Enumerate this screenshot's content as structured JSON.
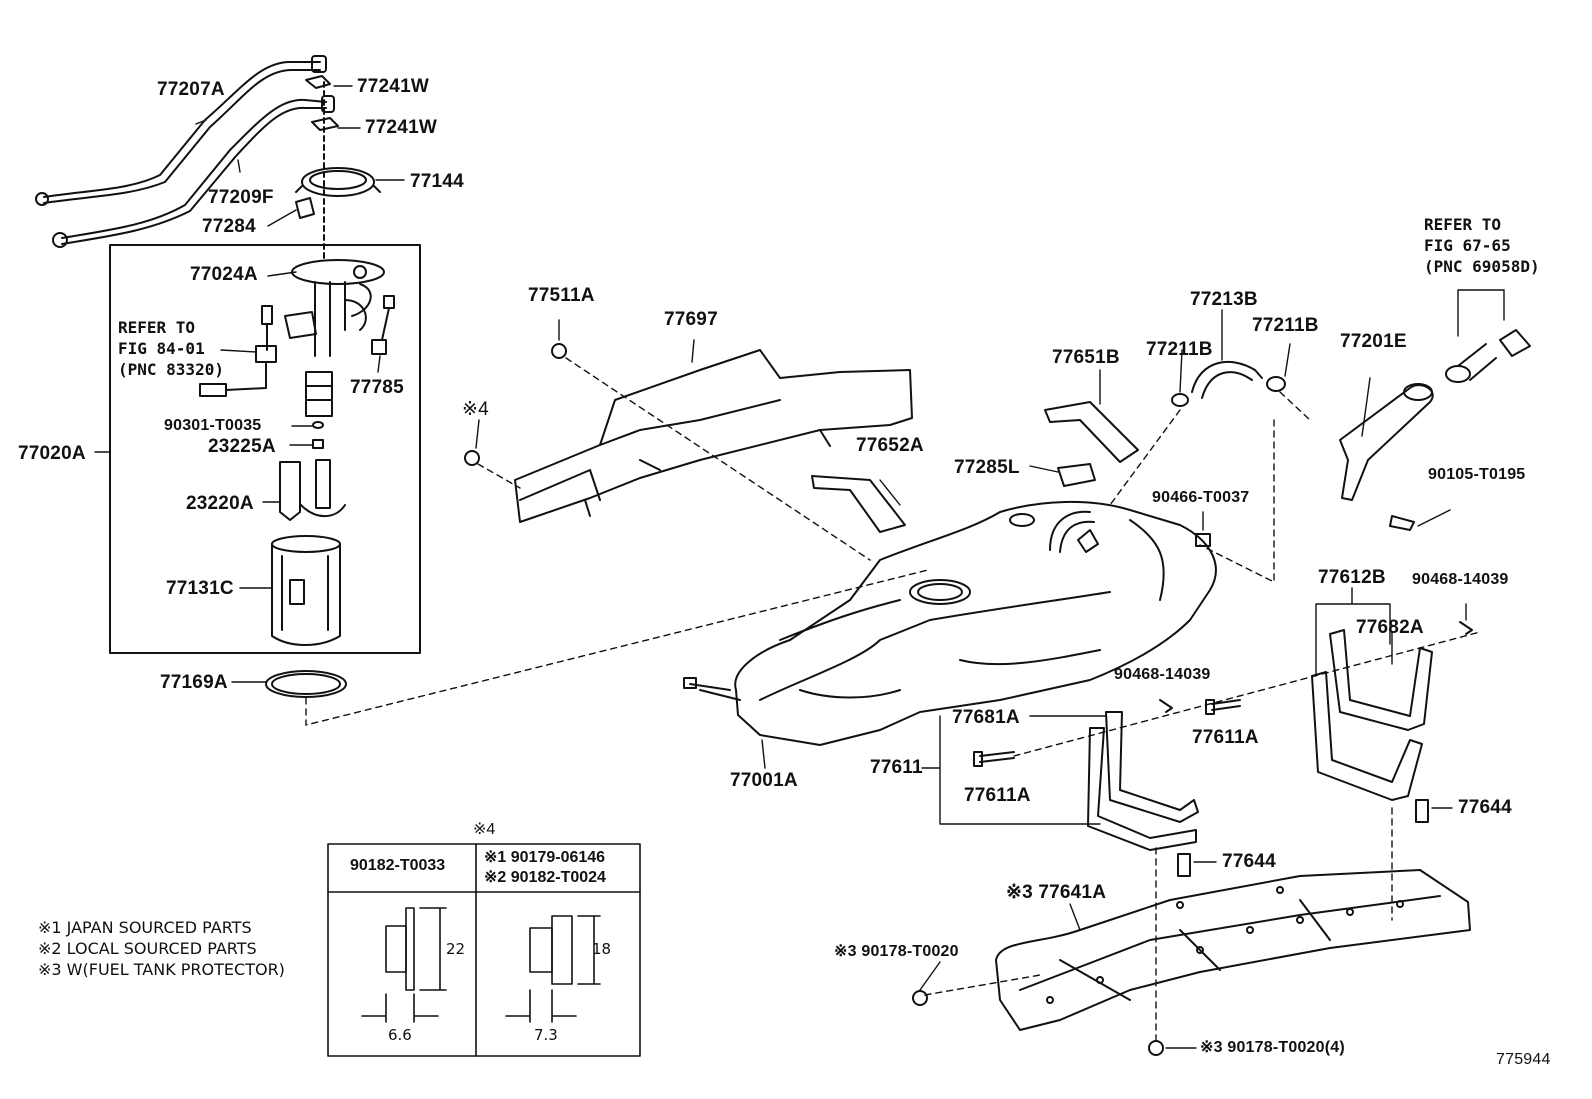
{
  "parts": {
    "p77207A": "77207A",
    "p77241W_a": "77241W",
    "p77241W_b": "77241W",
    "p77144": "77144",
    "p77209F": "77209F",
    "p77284": "77284",
    "p77024A": "77024A",
    "p77785": "77785",
    "p90301": "90301-T0035",
    "p23225A": "23225A",
    "p77020A": "77020A",
    "p23220A": "23220A",
    "p77131C": "77131C",
    "p77169A": "77169A",
    "p77511A": "77511A",
    "p77697": "77697",
    "mark4": "※4",
    "p77652A": "77652A",
    "p77651B": "77651B",
    "p77211B_a": "77211B",
    "p77213B": "77213B",
    "p77211B_b": "77211B",
    "p77201E": "77201E",
    "p77285L": "77285L",
    "p90466": "90466-T0037",
    "p90105": "90105-T0195",
    "p77612B": "77612B",
    "p90468_a": "90468-14039",
    "p77682A": "77682A",
    "p90468_b": "90468-14039",
    "p77681A": "77681A",
    "p77611A_a": "77611A",
    "p77611": "77611",
    "p77611A_b": "77611A",
    "p77001A": "77001A",
    "p77644_a": "77644",
    "p77644_b": "77644",
    "p77641A": "※3 77641A",
    "p90178_a": "※3 90178-T0020",
    "p90178_b": "※3 90178-T0020(4)",
    "figure_id": "775944"
  },
  "refs": {
    "pump_ref": "REFER TO\nFIG 84-01\n(PNC 83320)",
    "cap_ref": "REFER TO\nFIG 67-65\n(PNC 69058D)"
  },
  "notes": {
    "n1": "※1 JAPAN SOURCED PARTS",
    "n2": "※2 LOCAL SOURCED PARTS",
    "n3": "※3 W(FUEL TANK PROTECTOR)"
  },
  "table": {
    "mark": "※4",
    "col1_header": "90182-T0033",
    "col2_header_1": "※1 90179-06146",
    "col2_header_2": "※2 90182-T0024",
    "dim1_height": "22",
    "dim1_width": "6.6",
    "dim2_height": "18",
    "dim2_width": "7.3"
  }
}
